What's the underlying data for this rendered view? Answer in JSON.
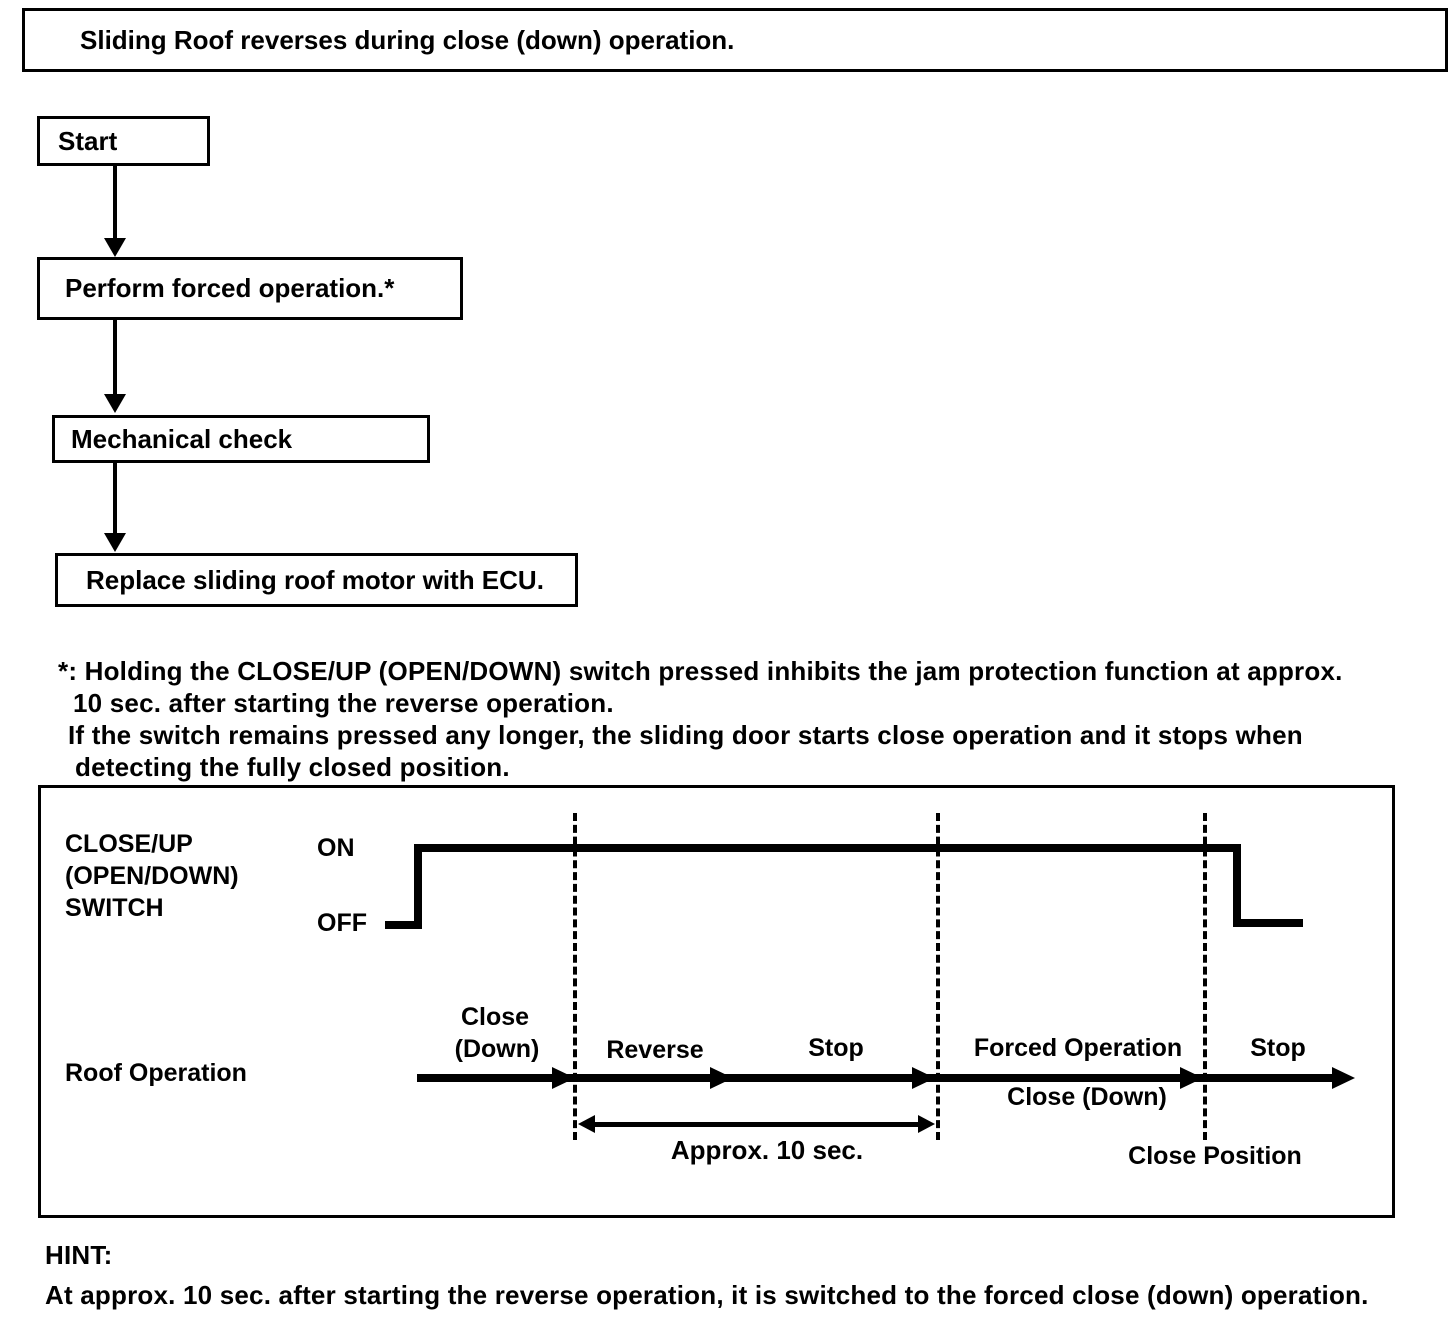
{
  "title": "Sliding Roof reverses during close (down) operation.",
  "flowchart": {
    "steps": [
      {
        "label": "Start"
      },
      {
        "label": "Perform forced operation.*"
      },
      {
        "label": "Mechanical check"
      },
      {
        "label": "Replace sliding roof motor with ECU."
      }
    ]
  },
  "footnote": {
    "lines": [
      "*: Holding the CLOSE/UP (OPEN/DOWN) switch pressed inhibits the jam protection function at approx.",
      "10 sec. after starting the reverse operation.",
      "If the switch remains pressed any longer, the sliding door starts close operation and it stops when",
      "detecting the fully closed position."
    ]
  },
  "timing_diagram": {
    "switch_label_lines": [
      "CLOSE/UP",
      "(OPEN/DOWN)",
      "SWITCH"
    ],
    "on_label": "ON",
    "off_label": "OFF",
    "roof_label": "Roof Operation",
    "phases": {
      "close_line1": "Close",
      "close_line2": "(Down)",
      "reverse": "Reverse",
      "stop1": "Stop",
      "forced_operation": "Forced Operation",
      "forced_close_down": "Close (Down)",
      "stop2": "Stop",
      "close_position": "Close Position",
      "approx_label": "Approx. 10 sec."
    }
  },
  "hint": {
    "heading": "HINT:",
    "text": "At approx. 10 sec. after starting the reverse operation, it is switched to the forced close (down) operation."
  }
}
